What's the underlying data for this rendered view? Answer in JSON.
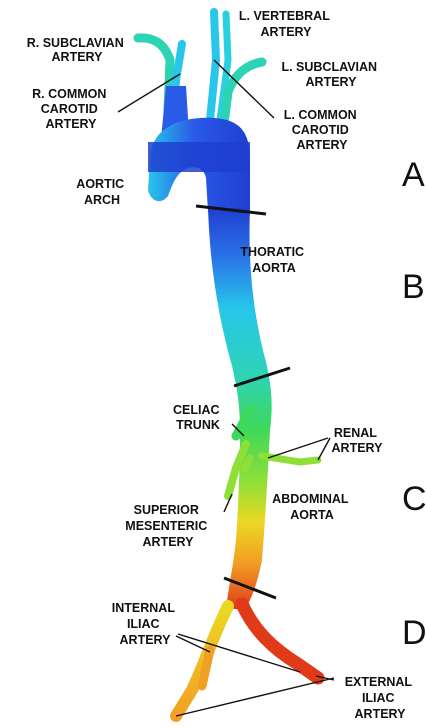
{
  "labels": {
    "r_subclavian": [
      "R. SUBCLAVIAN",
      "ARTERY"
    ],
    "l_vertebral": [
      "L. VERTEBRAL",
      "ARTERY"
    ],
    "l_subclavian": [
      "L. SUBCLAVIAN",
      "ARTERY"
    ],
    "r_common_carotid": [
      "R. COMMON",
      "CAROTID",
      "ARTERY"
    ],
    "l_common_carotid": [
      "L. COMMON",
      "CAROTID",
      "ARTERY"
    ],
    "aortic_arch": [
      "AORTIC",
      "ARCH"
    ],
    "thoratic_aorta": [
      "THORATIC",
      "AORTA"
    ],
    "celiac_trunk": [
      "CELIAC",
      "TRUNK"
    ],
    "renal_artery": [
      "RENAL",
      "ARTERY"
    ],
    "superior_mesenteric": [
      "SUPERIOR",
      "MESENTERIC",
      "ARTERY"
    ],
    "abdominal_aorta": [
      "ABDOMINAL",
      "AORTA"
    ],
    "internal_iliac": [
      "INTERNAL",
      "ILIAC",
      "ARTERY"
    ],
    "external_iliac": [
      "EXTERNAL",
      "ILIAC",
      "ARTERY"
    ]
  },
  "sections": [
    "A",
    "B",
    "C",
    "D"
  ],
  "colors": {
    "deep_blue": "#1f3fd0",
    "blue": "#2a5ae8",
    "cyan": "#27c6ea",
    "teal": "#2dd4b4",
    "green": "#3ed85a",
    "lime": "#8ee038",
    "yellow": "#ead824",
    "orange": "#f2a024",
    "red": "#e03a18"
  }
}
